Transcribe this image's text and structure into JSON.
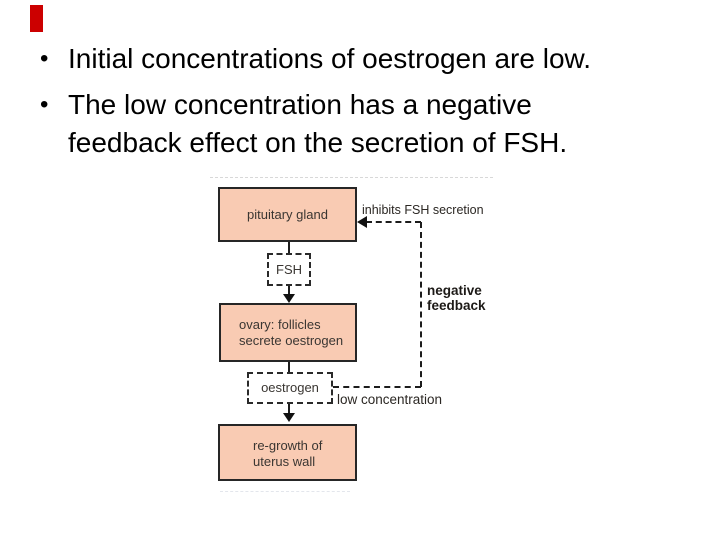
{
  "slide": {
    "accent_color": "#cc0000",
    "bullet_char": "•",
    "bullets": [
      {
        "line1": "Initial concentrations of oestrogen are low.",
        "line2": ""
      },
      {
        "line1": "The low concentration has a negative",
        "line2": "feedback effect on the secretion of FSH."
      }
    ]
  },
  "diagram": {
    "boxes": {
      "pituitary": {
        "label": "pituitary gland"
      },
      "fsh": {
        "label": "FSH"
      },
      "ovary": {
        "line1": "ovary: follicles",
        "line2": "secrete oestrogen"
      },
      "oestrogen": {
        "label": "oestrogen"
      },
      "regrowth": {
        "line1": "re-growth of",
        "line2": "uterus wall"
      }
    },
    "labels": {
      "inhibits": "inhibits FSH secretion",
      "negative_line1": "negative",
      "negative_line2": "feedback",
      "low_concentration": "low concentration"
    },
    "colors": {
      "box_fill": "#f9cbb3",
      "box_border": "#262626",
      "line": "#1c1c1c"
    }
  }
}
